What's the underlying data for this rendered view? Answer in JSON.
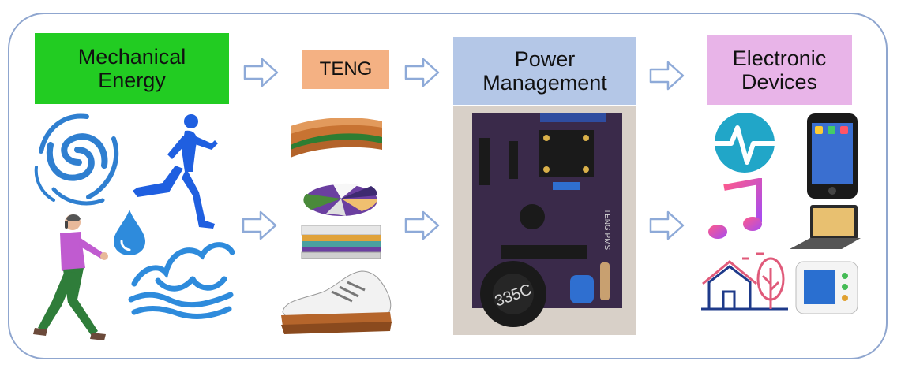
{
  "stages": [
    {
      "id": "mechanical",
      "label": "Mechanical\nEnergy",
      "color": "#22cc22"
    },
    {
      "id": "teng",
      "label": "TENG",
      "color": "#f4b183"
    },
    {
      "id": "power",
      "label": "Power\nManagement",
      "color": "#b4c7e7"
    },
    {
      "id": "electronic",
      "label": "Electronic\nDevices",
      "color": "#e8b4e8"
    }
  ],
  "pcb": {
    "inductor_label": "335C",
    "board_text": "TENG PMS"
  },
  "colors": {
    "frame": "#8fa6cf",
    "arrow_fill": "#ffffff",
    "arrow_stroke": "#8eaad8",
    "wind_blue": "#2f7fd0",
    "runner_blue": "#1f5fe0",
    "water_blue": "#2e8bdc",
    "pcb_purple": "#3a2a4a"
  },
  "icons": {
    "mechanical": [
      "wind-swirl-icon",
      "runner-icon",
      "walking-person-icon",
      "water-drop-icon",
      "wave-icon"
    ],
    "teng": [
      "flexible-layer-teng-icon",
      "rotary-teng-icon",
      "stacked-plate-teng-icon",
      "shoe-teng-icon"
    ],
    "electronic": [
      "health-monitor-icon",
      "smartphone-icon",
      "music-note-icon",
      "tablet-keyboard-icon",
      "house-tree-icon",
      "blood-pressure-monitor-icon"
    ]
  }
}
